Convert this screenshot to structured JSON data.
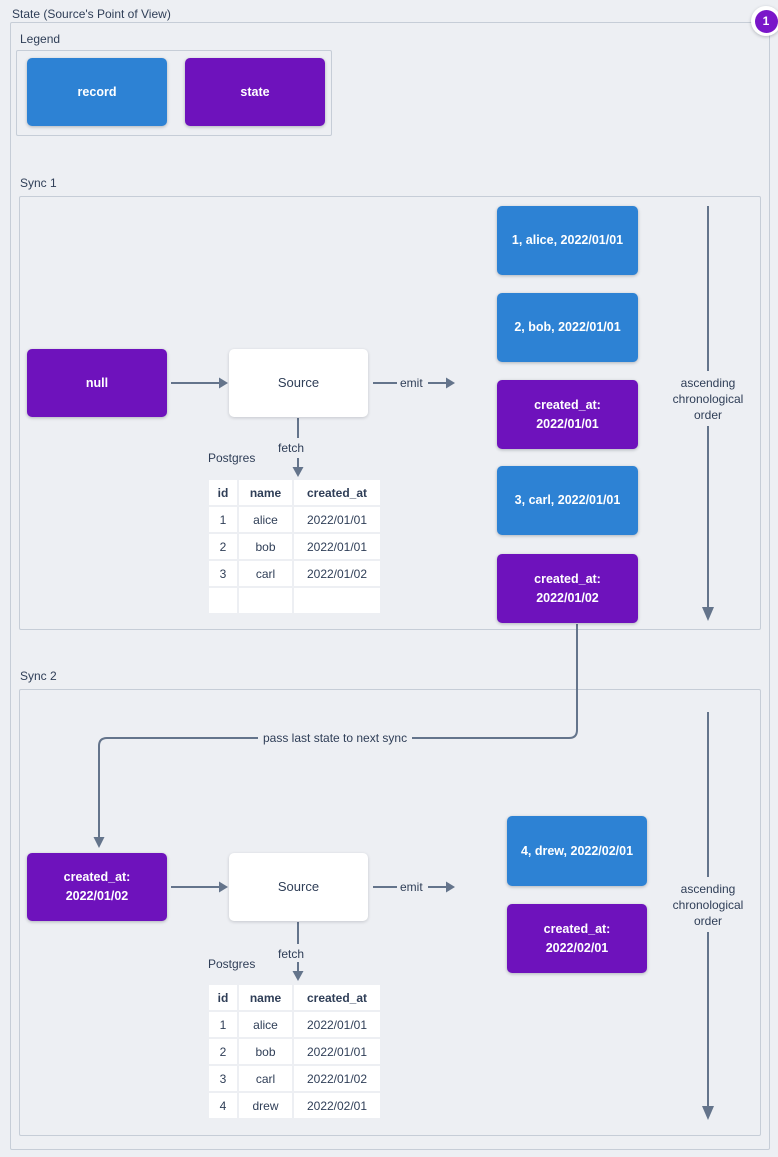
{
  "page": {
    "title": "State (Source's Point of View)",
    "badge": "1"
  },
  "colors": {
    "record": "#2d82d4",
    "state": "#6e12bc",
    "badge": "#7a16c9",
    "arrow": "#64748b",
    "background": "#edeff3",
    "border": "#c6cdd7",
    "text": "#2f3e57"
  },
  "legend": {
    "title": "Legend",
    "items": [
      {
        "type": "record",
        "label": "record"
      },
      {
        "type": "state",
        "label": "state"
      }
    ]
  },
  "sync1": {
    "title": "Sync 1",
    "input_state": "null",
    "source_label": "Source",
    "emit_label": "emit",
    "fetch_label": "fetch",
    "db_label": "Postgres",
    "ascending_label": "ascending\nchronological\norder",
    "emitted": [
      {
        "type": "record",
        "text": "1, alice, 2022/01/01"
      },
      {
        "type": "record",
        "text": "2, bob, 2022/01/01"
      },
      {
        "type": "state",
        "text": "created_at:\n2022/01/01"
      },
      {
        "type": "record",
        "text": "3, carl, 2022/01/01"
      },
      {
        "type": "state",
        "text": "created_at:\n2022/01/02"
      }
    ],
    "table": {
      "headers": [
        "id",
        "name",
        "created_at"
      ],
      "rows": [
        [
          "1",
          "alice",
          "2022/01/01"
        ],
        [
          "2",
          "bob",
          "2022/01/01"
        ],
        [
          "3",
          "carl",
          "2022/01/02"
        ],
        [
          "",
          "",
          ""
        ]
      ]
    }
  },
  "sync2": {
    "title": "Sync 2",
    "pass_label": "pass last state to next sync",
    "input_state": "created_at:\n2022/01/02",
    "source_label": "Source",
    "emit_label": "emit",
    "fetch_label": "fetch",
    "db_label": "Postgres",
    "ascending_label": "ascending\nchronological\norder",
    "emitted": [
      {
        "type": "record",
        "text": "4, drew, 2022/02/01"
      },
      {
        "type": "state",
        "text": "created_at:\n2022/02/01"
      }
    ],
    "table": {
      "headers": [
        "id",
        "name",
        "created_at"
      ],
      "rows": [
        [
          "1",
          "alice",
          "2022/01/01"
        ],
        [
          "2",
          "bob",
          "2022/01/01"
        ],
        [
          "3",
          "carl",
          "2022/01/02"
        ],
        [
          "4",
          "drew",
          "2022/02/01"
        ]
      ]
    }
  }
}
